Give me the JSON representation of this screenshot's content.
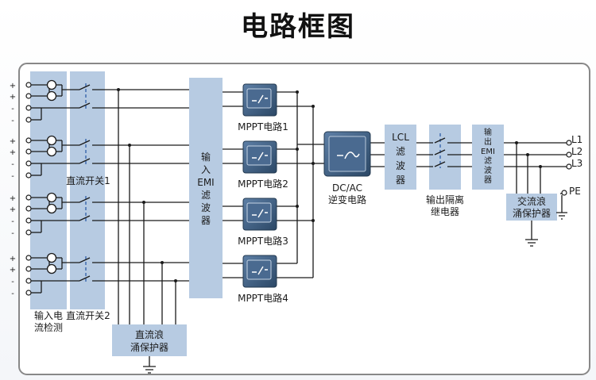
{
  "title": "电路框图",
  "colors": {
    "block": "#b7cbe2",
    "module_dark": "#3c5a7c",
    "wire": "#1a1a1a",
    "switch_dash": "#2e5fa8"
  },
  "input": {
    "polarity": [
      "+",
      "+",
      "-",
      "-",
      "+",
      "+",
      "-",
      "-",
      "+",
      "+",
      "-",
      "-",
      "+",
      "+",
      "-",
      "-"
    ],
    "detect_label": [
      "输入电",
      "流检测"
    ],
    "switch1_label": "直流开关1",
    "switch2_label": "直流开关2"
  },
  "dc_surge": [
    "直流浪",
    "涌保护器"
  ],
  "emi_in": [
    "输",
    "入",
    "EMI",
    "滤",
    "波",
    "器"
  ],
  "mppt": [
    "MPPT电路1",
    "MPPT电路2",
    "MPPT电路3",
    "MPPT电路4"
  ],
  "inverter": [
    "DC/AC",
    "逆变电路"
  ],
  "lcl": [
    "LCL",
    "滤",
    "波",
    "器"
  ],
  "relay": [
    "输出隔离",
    "继电器"
  ],
  "emi_out": [
    "输",
    "出",
    "EMI",
    "滤",
    "波",
    "器"
  ],
  "ac_surge": [
    "交流浪",
    "涌保护器"
  ],
  "outputs": [
    "L1",
    "L2",
    "L3",
    "PE"
  ]
}
